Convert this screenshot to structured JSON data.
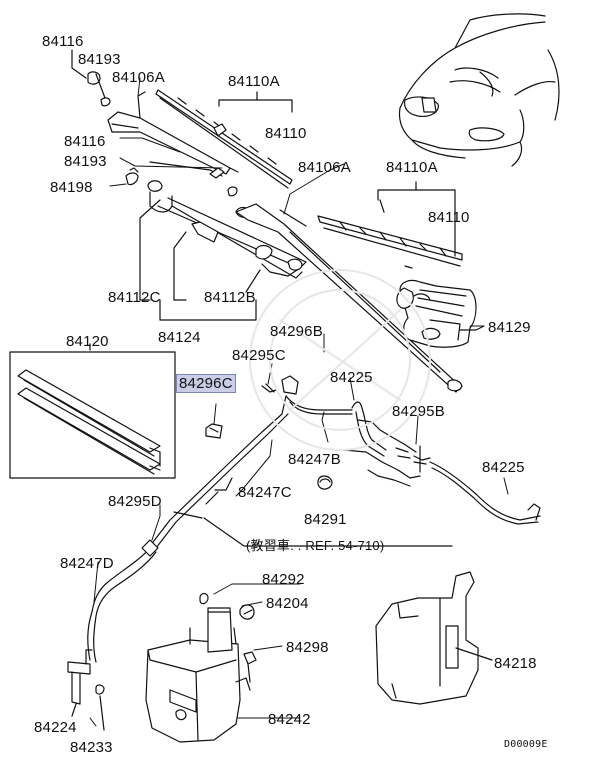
{
  "diagram": {
    "labels": {
      "p84116_top": "84116",
      "p84193_top": "84193",
      "p84106A_left": "84106A",
      "p84110A_left": "84110A",
      "p84110_left": "84110",
      "p84116_mid": "84116",
      "p84193_mid": "84193",
      "p84198": "84198",
      "p84106A_right": "84106A",
      "p84110A_right": "84110A",
      "p84110_right": "84110",
      "p84112C": "84112C",
      "p84112B": "84112B",
      "p84124": "84124",
      "p84129": "84129",
      "p84120": "84120",
      "p84296B": "84296B",
      "p84295C": "84295C",
      "p84296C": "84296C",
      "p84225_top": "84225",
      "p84295B": "84295B",
      "p84247B": "84247B",
      "p84225_right": "84225",
      "p84247C": "84247C",
      "p84295D": "84295D",
      "p84291": "84291",
      "p84247D": "84247D",
      "p84292": "84292",
      "p84204": "84204",
      "p84298": "84298",
      "p84218": "84218",
      "p84242": "84242",
      "p84224": "84224",
      "p84233": "84233"
    },
    "ref_note": "(教習車. . REF. 54-710)",
    "code": "D00009E",
    "highlight_color": "#c9cde6"
  }
}
